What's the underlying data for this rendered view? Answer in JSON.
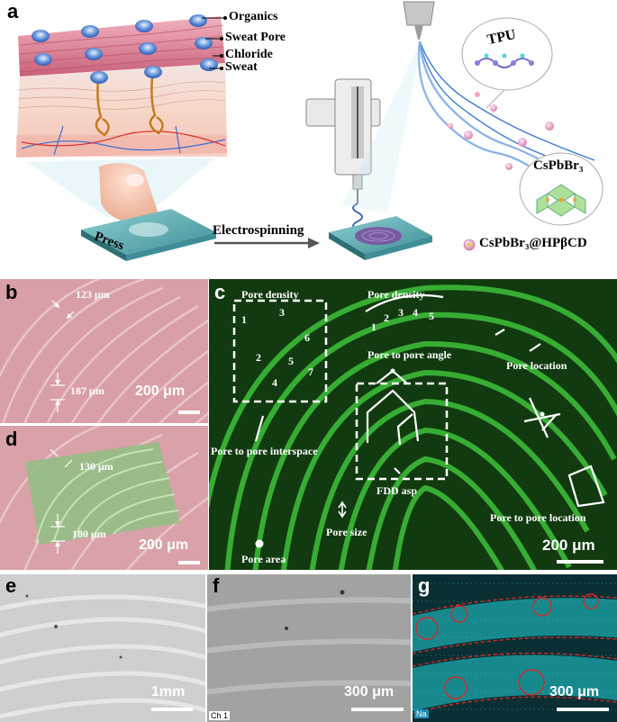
{
  "panels": {
    "a": {
      "letter": "a",
      "skin_labels": [
        "Organics",
        "Sweat Pore",
        "Chloride",
        "Sweat"
      ],
      "press_label": "Press",
      "process_label": "Electrospinning",
      "tpu_label": "TPU",
      "crystal_label": "CsPbBr₃",
      "legend_label": "CsPbBr₃@HPβCD"
    },
    "b": {
      "letter": "b",
      "measure_top": "123 μm",
      "measure_bottom": "187 μm",
      "scale_label": "200 μm"
    },
    "c": {
      "letter": "c",
      "features": {
        "pore_density_left": "Pore density",
        "pore_density_right": "Pore density",
        "pore_to_pore_angle": "Pore to pore angle",
        "pore_location": "Pore location",
        "pore_to_pore_interspace": "Pore to pore interspace",
        "fdd_asp": "FDD asp",
        "pore_size": "Pore size",
        "pore_area": "Pore area",
        "pore_to_pore_location": "Pore to pore location"
      },
      "box_numbers": [
        "1",
        "2",
        "3",
        "4",
        "5",
        "6",
        "7"
      ],
      "ridge_numbers": [
        "1",
        "2",
        "3",
        "4",
        "5"
      ],
      "scale_label": "200 μm"
    },
    "d": {
      "letter": "d",
      "measure_top": "130 μm",
      "measure_bottom": "180 μm",
      "scale_label": "200 μm"
    },
    "e": {
      "letter": "e",
      "scale_label": "1mm"
    },
    "f": {
      "letter": "f",
      "scale_label": "300 μm",
      "channel_label": "Ch 1"
    },
    "g": {
      "letter": "g",
      "scale_label": "300 μm",
      "element_label": "Na"
    }
  },
  "colors": {
    "skin": "#d98a9a",
    "fluorescence": "#3ec23a",
    "edx": "#23d4d8",
    "substrate": "#5aa6ad"
  }
}
